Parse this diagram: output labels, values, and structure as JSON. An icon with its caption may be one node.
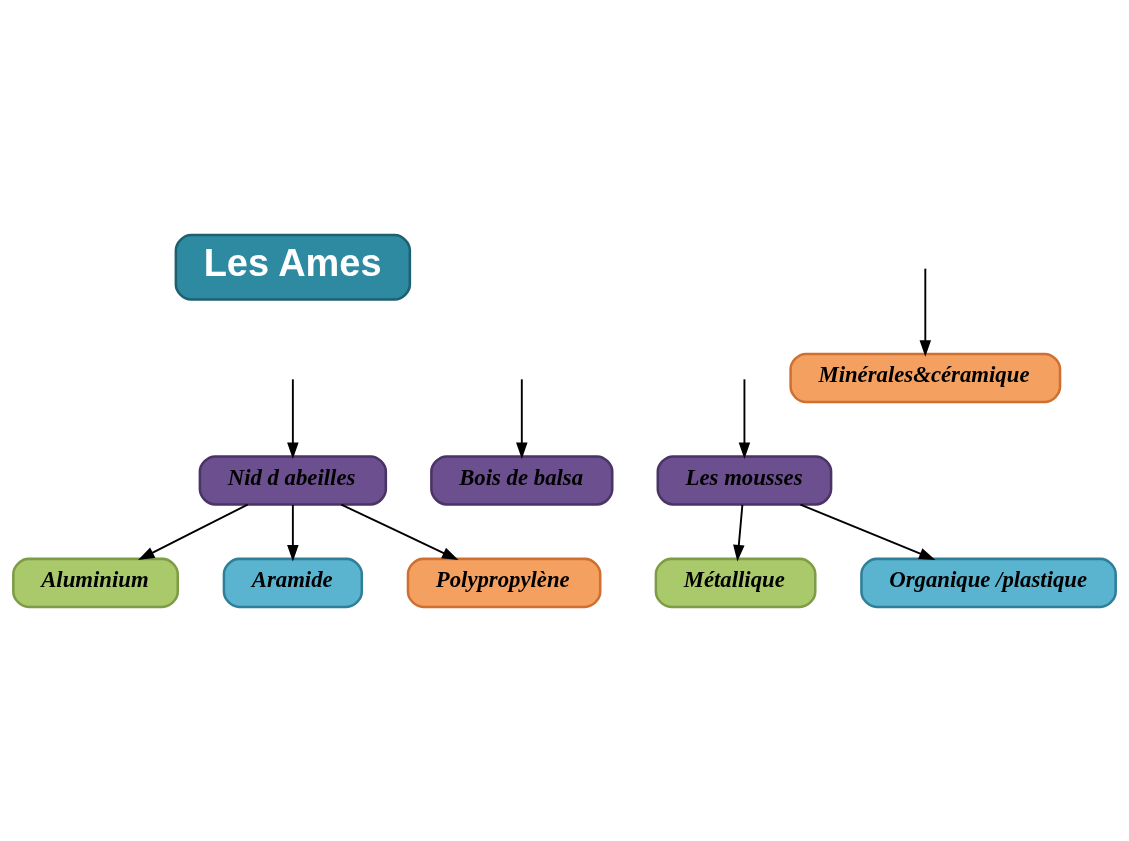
{
  "diagram": {
    "nodes": [
      {
        "text": [
          "Les Ames"
        ]
      },
      {
        "text": [
          "Nid d abeilles"
        ]
      },
      {
        "text": [
          "Bois de balsa"
        ]
      },
      {
        "text": [
          "Les mousses"
        ]
      },
      {
        "text": [
          "Aluminium"
        ]
      },
      {
        "text": [
          "Aramide"
        ]
      },
      {
        "text": [
          "Polypropylène"
        ]
      },
      {
        "text": [
          "Métallique"
        ]
      },
      {
        "text": [
          "Organique /plastique"
        ]
      },
      {
        "text": [
          "Minérales&céramique"
        ]
      }
    ],
    "edges": [
      {
        "from": null,
        "to": 1,
        "arrow": "to"
      },
      {
        "from": null,
        "to": 2,
        "arrow": "to"
      },
      {
        "from": null,
        "to": 3,
        "arrow": "to"
      },
      {
        "from": 1,
        "to": 4,
        "arrow": "to"
      },
      {
        "from": 1,
        "to": 5,
        "arrow": "to"
      },
      {
        "from": 1,
        "to": 6,
        "arrow": "to"
      },
      {
        "from": 3,
        "to": 7,
        "arrow": "to"
      },
      {
        "from": 3,
        "to": 8,
        "arrow": "to"
      },
      {
        "from": null,
        "to": 9,
        "arrow": "to"
      }
    ]
  }
}
